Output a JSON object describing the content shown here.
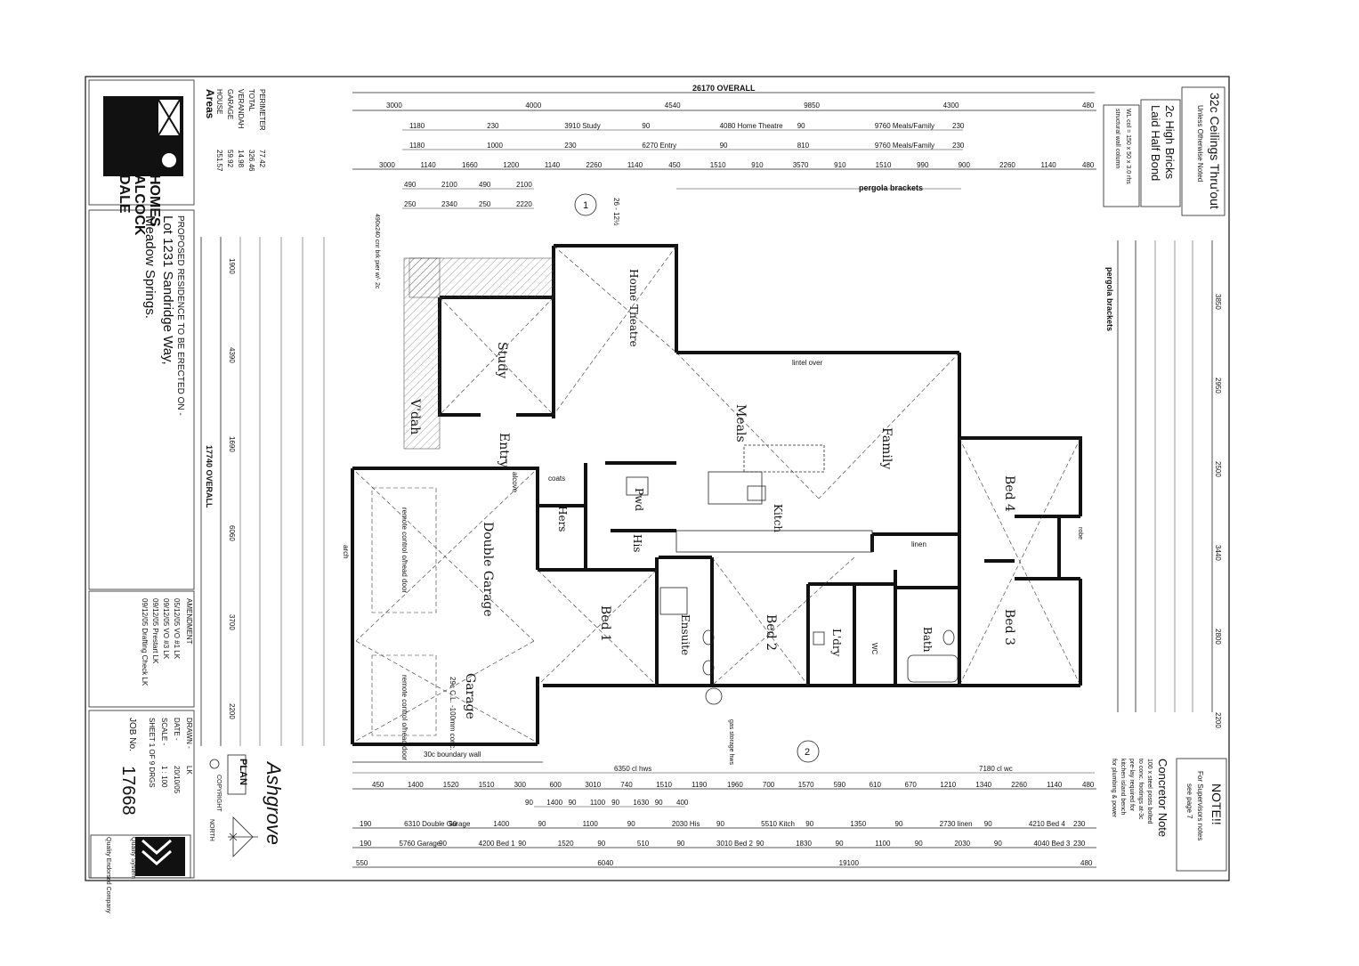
{
  "overall_top": "26170 OVERALL",
  "overall_left": "17740 OVERALL",
  "company": {
    "line1": "DALE",
    "line2": "ALCOCK",
    "line3": "HOMES"
  },
  "areas": {
    "heading": "Areas",
    "rows": [
      {
        "label": "HOUSE",
        "value": "251.57"
      },
      {
        "label": "GARAGE",
        "value": "59.92"
      },
      {
        "label": "VERANDAH",
        "value": "14.98"
      },
      {
        "label": "TOTAL",
        "value": "326.46"
      },
      {
        "label": "PERIMETER",
        "value": "77.42"
      }
    ]
  },
  "project": {
    "line1": "PROPOSED RESIDENCE TO BE ERECTED ON -",
    "line2": "Lot 1231 Sandridge Way,",
    "line3": "Meadow Springs."
  },
  "amendment": {
    "heading": "AMENDMENT",
    "rows": [
      "05/12/05 VO #1 LK",
      "09/12/05 VO #3 LK",
      "09/12/05 Prestart LK",
      "09/12/05 Drafting Check LK"
    ]
  },
  "titleblock": {
    "drawn_label": "DRAWN -",
    "drawn_value": "LK",
    "date_label": "DATE -",
    "date_value": "20/10/05",
    "scale_label": "SCALE -",
    "scale_value": "1 : 100",
    "sheet": "SHEET 1 OF 9 DRGS",
    "job_label": "JOB No.",
    "job_value": "17668"
  },
  "house_name": "Ashgrove",
  "plan_label": "PLAN",
  "copyright": "COPYRIGHT",
  "north": "NORTH",
  "quality": {
    "line1": "Quality System",
    "line2": "Quality Endorsed Company"
  },
  "notes": {
    "ceilings": "32c Ceilings Thru'out",
    "ceilings_sub": "Unless Otherwise Noted",
    "bricks1": "2c High Bricks",
    "bricks2": "Laid Half Bond",
    "wl_col1": "WL col = 150 x 50 x 3.0 rhs",
    "wl_col2": "structural wall column",
    "note_title": "NOTE!!",
    "note1": "For Supervisors notes",
    "note2": "see page 7",
    "concretor_title": "Concretor Note",
    "concretor1": "100 x steel posts bolted",
    "concretor2": "to conc. footings at-3c",
    "concretor3": "pre-lay required for",
    "concretor4": "kitchen island bench",
    "concretor5": "for plumbing & power"
  },
  "rooms": {
    "home_theatre": "Home Theatre",
    "study": "Study",
    "meals": "Meals",
    "family": "Family",
    "kitch": "Kitch",
    "bed4": "Bed 4",
    "bed3": "Bed 3",
    "bed2": "Bed 2",
    "bed1": "Bed 1",
    "entry": "Entry",
    "vdah": "V'dah",
    "double_garage": "Double Garage",
    "garage": "Garage",
    "ensuite": "Ensuite",
    "ldry": "L'dry",
    "bath": "Bath",
    "wc": "WC",
    "pwd": "Pwd",
    "hers": "Hers",
    "his": "His",
    "robe": "robe",
    "linen": "linen",
    "coats": "coats",
    "alcove": "alcove",
    "arch": "arch"
  },
  "labels": {
    "pergola_top": "pergola brackets",
    "pergola_right": "pergola brackets",
    "boundary": "30c boundary wall",
    "gas": "gas storage hws",
    "lintel": "lintel over",
    "garage_conc": "29c C.L. -100mm conc.",
    "remote1": "remote control o/head door",
    "remote2": "remote control o/head door",
    "uncover_top": "26 - 12½",
    "pier": "490x240 cnr brk pier w/- 2c"
  },
  "top_dims": {
    "row1": [
      "3000",
      "4000",
      "4540",
      "9850",
      "4300",
      "480"
    ],
    "row2": [
      "1180",
      "230",
      "3910 Study",
      "90",
      "4080 Home Theatre",
      "90",
      "9760 Meals/Family",
      "230"
    ],
    "row3": [
      "1180",
      "1000",
      "230",
      "6270 Entry",
      "90",
      "810",
      "9760 Meals/Family",
      "230"
    ],
    "row4": [
      "3000",
      "1140",
      "1660",
      "1200",
      "1140",
      "2260",
      "1140",
      "450",
      "1510",
      "910",
      "3570",
      "910",
      "1510",
      "990",
      "900",
      "2260",
      "1140",
      "480"
    ],
    "row5": [
      "490",
      "2100",
      "490",
      "2100"
    ],
    "row6": [
      "250",
      "2340",
      "250",
      "2220"
    ]
  },
  "bottom_dims": {
    "row1": [
      "6350 cl hws",
      "7180 cl wc"
    ],
    "row2": [
      "450",
      "1400",
      "1520",
      "1510",
      "300",
      "600",
      "3010",
      "740",
      "1510",
      "1190",
      "1960",
      "700",
      "1570",
      "590",
      "610",
      "670",
      "1210",
      "1340",
      "2260",
      "1140",
      "480"
    ],
    "row3": [
      "90",
      "1400",
      "90",
      "1100",
      "90",
      "1630",
      "90",
      "400"
    ],
    "row4": [
      "190",
      "6310 Double Garage",
      "90",
      "1400",
      "90",
      "1100",
      "90",
      "2030 His",
      "90",
      "5510 Kitch",
      "90",
      "1350",
      "90",
      "2730 linen",
      "90",
      "4210 Bed 4",
      "230"
    ],
    "row5": [
      "190",
      "5760 Garage",
      "90",
      "4200 Bed 1",
      "90",
      "1520",
      "90",
      "510",
      "90",
      "3010 Bed 2",
      "90",
      "1830",
      "90",
      "1100",
      "90",
      "2030",
      "90",
      "4040 Bed 3",
      "230"
    ],
    "row6": [
      "550",
      "6040",
      "19100",
      "480"
    ]
  },
  "left_dims": [
    "1900",
    "4390",
    "1690",
    "6060",
    "3700",
    "2200"
  ],
  "right_dims": [
    "3850",
    "2950",
    "2500",
    "3440",
    "2800",
    "2200"
  ]
}
